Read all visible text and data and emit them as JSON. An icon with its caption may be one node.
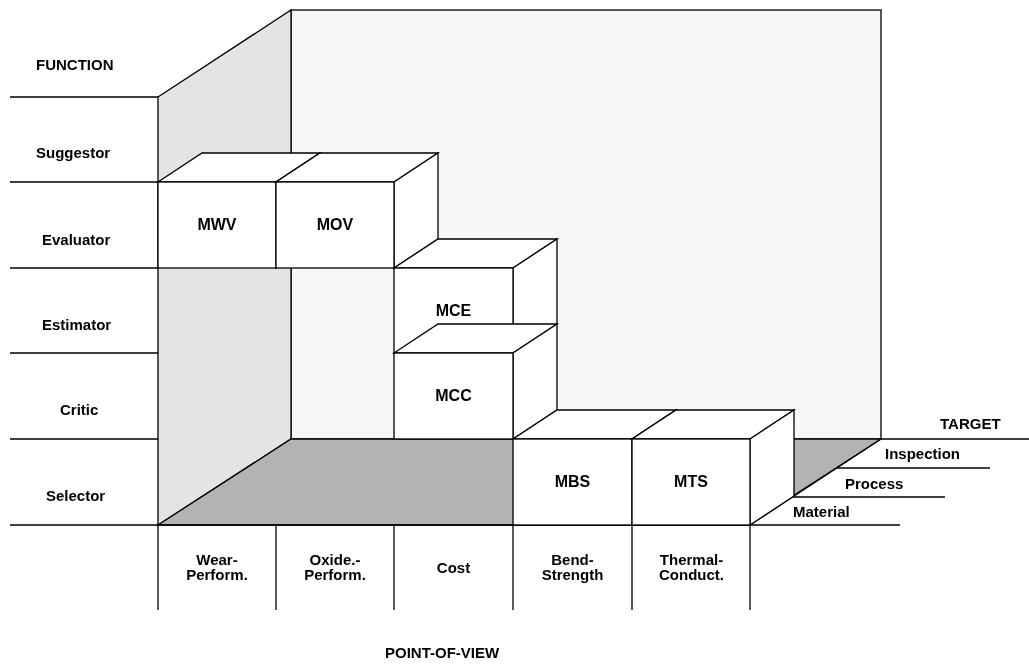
{
  "diagram": {
    "nodes": [
      {
        "text": [
          "MWV"
        ]
      },
      {
        "text": [
          "MOV"
        ]
      },
      {
        "text": [
          "MCE"
        ]
      },
      {
        "text": [
          "MCC"
        ]
      },
      {
        "text": [
          "MBS"
        ]
      },
      {
        "text": [
          "MTS"
        ]
      }
    ],
    "labels": [
      "FUNCTION",
      "Suggestor",
      "Evaluator",
      "Estimator",
      "Critic",
      "Selector",
      "Wear- Perform.",
      "Oxide.- Perform.",
      "Cost",
      "Bend- Strength",
      "Thermal- Conduct.",
      "TARGET",
      "Inspection",
      "Process",
      "Material",
      "POINT-OF-VIEW"
    ]
  }
}
